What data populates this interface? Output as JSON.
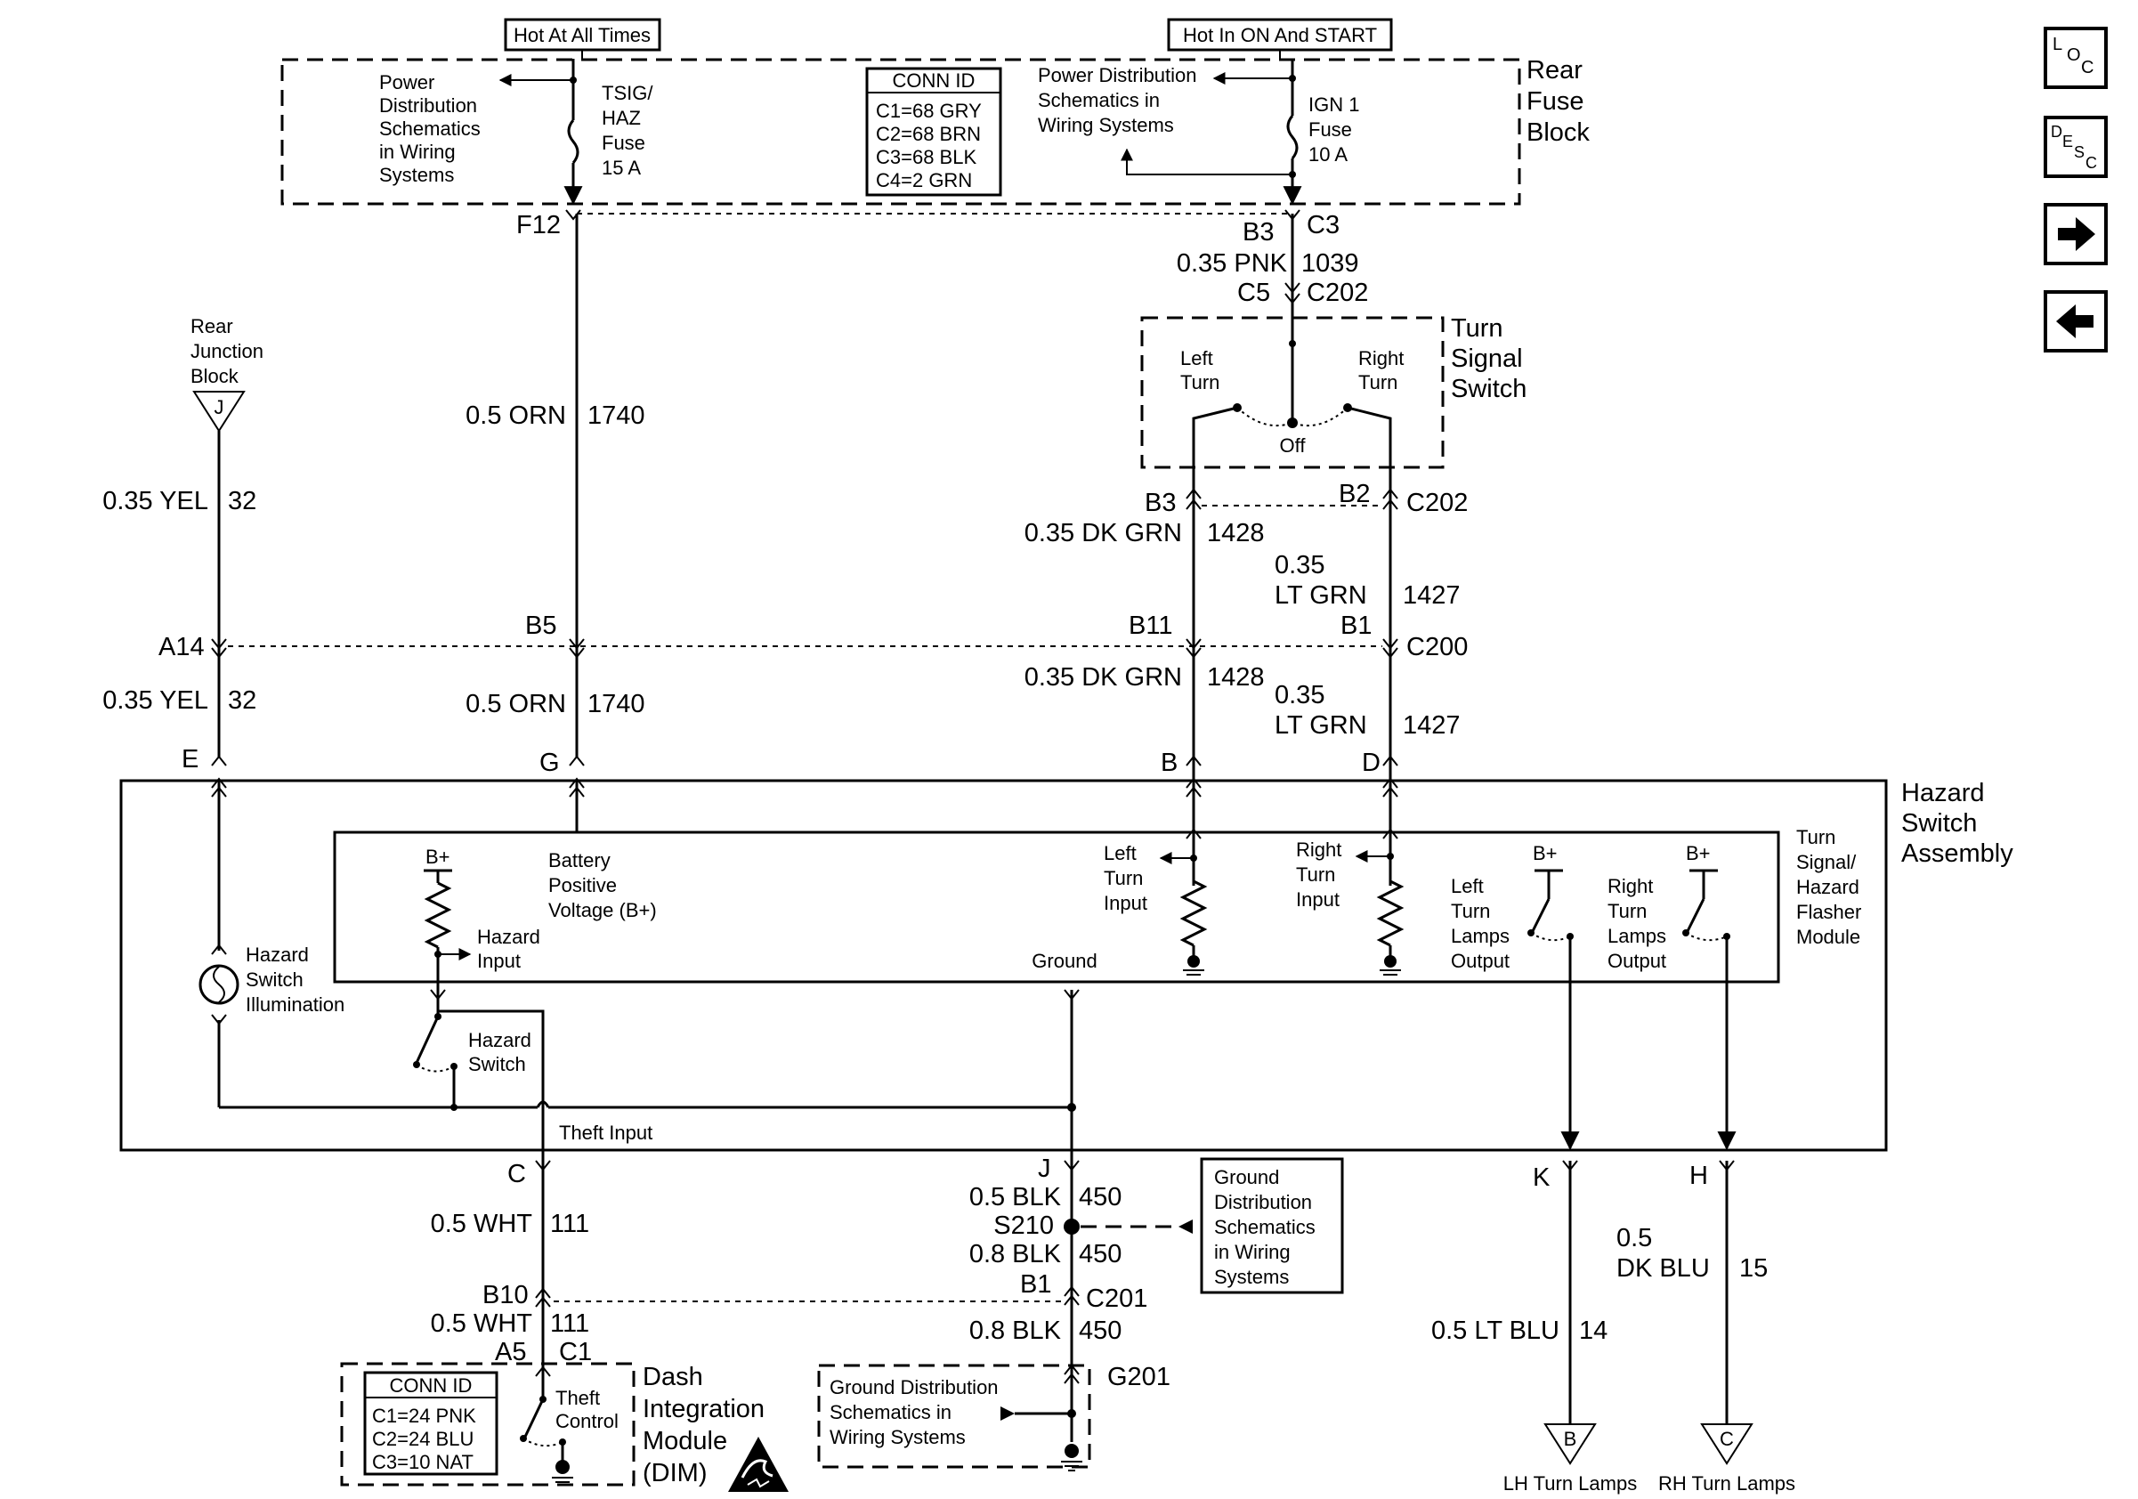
{
  "header": {
    "hot_all_times": "Hot At All Times",
    "hot_on_start": "Hot In ON And START"
  },
  "fuse_block": {
    "title": [
      "Rear",
      "Fuse",
      "Block"
    ],
    "left_ref": [
      "Power",
      "Distribution",
      "Schematics",
      "in Wiring",
      "Systems"
    ],
    "tsig_fuse": [
      "TSIG/",
      "HAZ",
      "Fuse",
      "15 A"
    ],
    "right_ref": [
      "Power Distribution",
      "Schematics in",
      "Wiring Systems"
    ],
    "ign_fuse": [
      "IGN 1",
      "Fuse",
      "10 A"
    ],
    "conn_id_title": "CONN ID",
    "conn_ids": [
      "C1=68 GRY",
      "C2=68 BRN",
      "C3=68 BLK",
      "C4=2 GRN"
    ]
  },
  "connectors": {
    "f12": "F12",
    "b3_top": "B3",
    "c3": "C3",
    "c5": "C5",
    "c202_top": "C202",
    "b3_mid": "B3",
    "b2": "B2",
    "c202": "C202",
    "a14": "A14",
    "b5": "B5",
    "b11": "B11",
    "b1_mid": "B1",
    "c200": "C200",
    "e": "E",
    "g": "G",
    "b": "B",
    "d": "D",
    "c": "C",
    "j": "J",
    "k": "K",
    "h": "H",
    "b10": "B10",
    "b1_bot": "B1",
    "c201": "C201",
    "a5": "A5",
    "c1": "C1",
    "g201": "G201",
    "s210": "S210"
  },
  "wires": {
    "pnk": {
      "gauge": "0.35 PNK",
      "circuit": "1039"
    },
    "orn_top": {
      "gauge": "0.5 ORN",
      "circuit": "1740"
    },
    "orn_bot": {
      "gauge": "0.5 ORN",
      "circuit": "1740"
    },
    "yel_top": {
      "gauge": "0.35 YEL",
      "circuit": "32"
    },
    "yel_bot": {
      "gauge": "0.35 YEL",
      "circuit": "32"
    },
    "dkgrn_top": {
      "gauge": "0.35 DK GRN",
      "circuit": "1428"
    },
    "dkgrn_bot": {
      "gauge": "0.35 DK GRN",
      "circuit": "1428"
    },
    "ltgrn_top": {
      "gauge1": "0.35",
      "gauge2": "LT GRN",
      "circuit": "1427"
    },
    "ltgrn_bot": {
      "gauge1": "0.35",
      "gauge2": "LT GRN",
      "circuit": "1427"
    },
    "wht_top": {
      "gauge": "0.5 WHT",
      "circuit": "111"
    },
    "wht_bot": {
      "gauge": "0.5 WHT",
      "circuit": "111"
    },
    "blk_05": {
      "gauge": "0.5 BLK",
      "circuit": "450"
    },
    "blk_08a": {
      "gauge": "0.8 BLK",
      "circuit": "450"
    },
    "blk_08b": {
      "gauge": "0.8 BLK",
      "circuit": "450"
    },
    "ltblu": {
      "gauge": "0.5 LT BLU",
      "circuit": "14"
    },
    "dkblu": {
      "gauge1": "0.5",
      "gauge2": "DK BLU",
      "circuit": "15"
    }
  },
  "turn_switch": {
    "title": [
      "Turn",
      "Signal",
      "Switch"
    ],
    "left": [
      "Left",
      "Turn"
    ],
    "right": [
      "Right",
      "Turn"
    ],
    "off": "Off"
  },
  "junction": {
    "label": [
      "Rear",
      "Junction",
      "Block"
    ],
    "letter": "J"
  },
  "hazard_assembly": {
    "title": [
      "Hazard",
      "Switch",
      "Assembly"
    ],
    "module": [
      "Turn",
      "Signal/",
      "Hazard",
      "Flasher",
      "Module"
    ],
    "bplus": "B+",
    "battery": [
      "Battery",
      "Positive",
      "Voltage (B+)"
    ],
    "hazard_input": [
      "Hazard",
      "Input"
    ],
    "ground": "Ground",
    "left_turn_input": [
      "Left",
      "Turn",
      "Input"
    ],
    "right_turn_input": [
      "Right",
      "Turn",
      "Input"
    ],
    "left_output": [
      "Left",
      "Turn",
      "Lamps",
      "Output"
    ],
    "right_output": [
      "Right",
      "Turn",
      "Lamps",
      "Output"
    ],
    "illumination": [
      "Hazard",
      "Switch",
      "Illumination"
    ],
    "hazard_switch": [
      "Hazard",
      "Switch"
    ],
    "theft_input": "Theft Input"
  },
  "ground_dist": [
    "Ground",
    "Distribution",
    "Schematics",
    "in Wiring",
    "Systems"
  ],
  "ground_dist_bottom": [
    "Ground Distribution",
    "Schematics in",
    "Wiring Systems"
  ],
  "dim": {
    "title": [
      "Dash",
      "Integration",
      "Module",
      "(DIM)"
    ],
    "conn_id_title": "CONN ID",
    "conn_ids": [
      "C1=24 PNK",
      "C2=24 BLU",
      "C3=10 NAT"
    ],
    "theft_control": [
      "Theft",
      "Control"
    ]
  },
  "lamps": {
    "lh": "LH Turn Lamps",
    "rh": "RH Turn Lamps",
    "lh_letter": "B",
    "rh_letter": "C"
  },
  "nav": {
    "loc": [
      "L",
      "O",
      "C"
    ],
    "desc": [
      "D",
      "E",
      "S",
      "C"
    ],
    "next_icon": "arrow-right",
    "prev_icon": "arrow-left"
  }
}
